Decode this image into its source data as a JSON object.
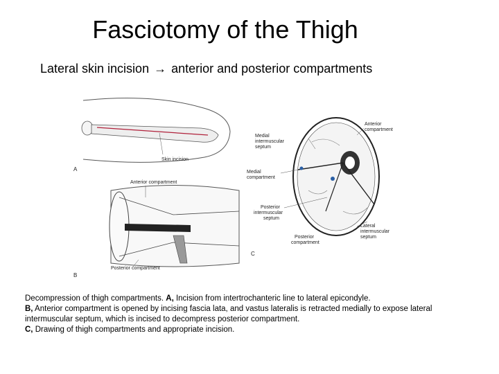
{
  "slide": {
    "title": "Fasciotomy of the Thigh",
    "subtitle_before": "Lateral skin incision",
    "subtitle_arrow": "→",
    "subtitle_after": "anterior and  posterior compartments"
  },
  "figure": {
    "panels": {
      "a": "A",
      "b": "B",
      "c": "C"
    },
    "labels": {
      "skin_incision": "Skin incision",
      "anterior_compartment_b": "Anterior compartment",
      "posterior_compartment_b": "Posterior compartment",
      "anterior_compartment_c_line1": "Anterior",
      "anterior_compartment_c_line2": "compartment",
      "medial_septum_line1": "Medial",
      "medial_septum_line2": "intermuscular",
      "medial_septum_line3": "septum",
      "medial_compartment_line1": "Medial",
      "medial_compartment_line2": "compartment",
      "posterior_septum_line1": "Posterior",
      "posterior_septum_line2": "intermuscular",
      "posterior_septum_line3": "septum",
      "posterior_compartment_c_line1": "Posterior",
      "posterior_compartment_c_line2": "compartment",
      "lateral_septum_line1": "Lateral",
      "lateral_septum_line2": "intermuscular",
      "lateral_septum_line3": "septum"
    }
  },
  "caption": {
    "line1_text": "Decompression of thigh compartments. ",
    "line1_bold": "A,",
    "line1_rest": " Incision from intertrochanteric line to lateral epicondyle.",
    "line2_bold": "B,",
    "line2_rest": " Anterior compartment is opened by incising fascia lata, and vastus lateralis is retracted medially to expose lateral intermuscular septum, which is incised to decompress posterior compartment.",
    "line3_bold": "C,",
    "line3_rest": " Drawing of thigh compartments and appropriate incision."
  }
}
